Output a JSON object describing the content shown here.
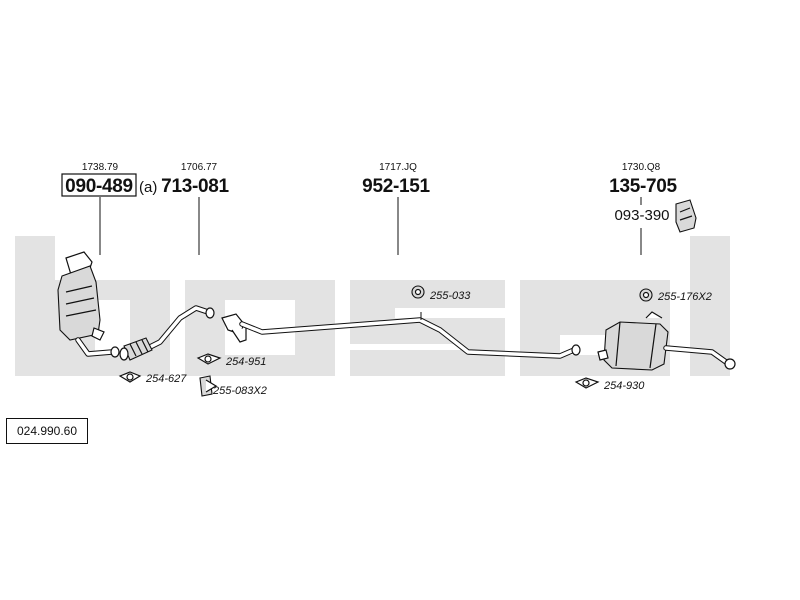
{
  "brand_watermark": "bosal",
  "diagram_code": "024.990.60",
  "refs": {
    "r1": "1738.79",
    "r2": "1706.77",
    "r3": "1717.JQ",
    "r4": "1730.Q8"
  },
  "parts": {
    "p1": "090-489",
    "p1_suffix": "(a)",
    "p2": "713-081",
    "p3": "952-151",
    "p4": "135-705",
    "p5": "093-390"
  },
  "accessories": {
    "a1": "254-627",
    "a2": "254-951",
    "a3": "255-083X2",
    "a4": "255-033",
    "a5": "255-176X2",
    "a6": "254-930"
  },
  "colors": {
    "watermark": "#e3e3e3",
    "line": "#111111",
    "part_fill": "#d9d9d9"
  }
}
